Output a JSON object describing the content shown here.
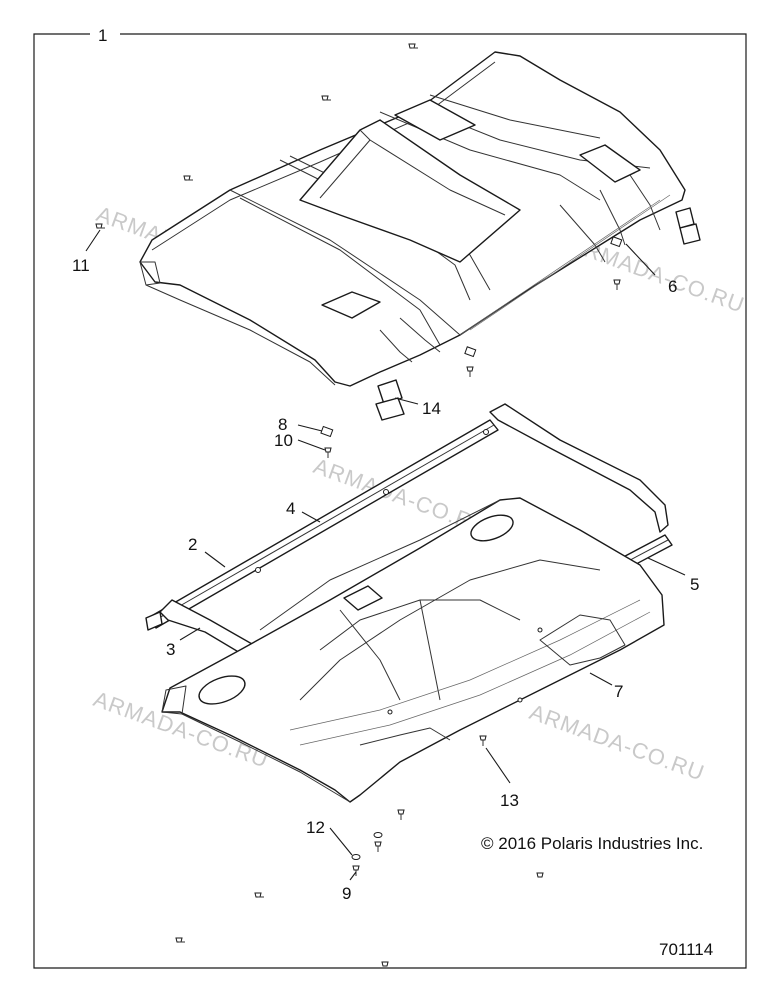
{
  "callouts": {
    "c1": "1",
    "c2": "2",
    "c3": "3",
    "c4": "4",
    "c5": "5",
    "c6": "6",
    "c7": "7",
    "c8": "8",
    "c9": "9",
    "c10": "10",
    "c11": "11",
    "c12": "12",
    "c13": "13",
    "c14": "14"
  },
  "copyright": "© 2016 Polaris Industries Inc.",
  "drawing_number": "701114",
  "watermark": "ARMADA-CO.RU"
}
